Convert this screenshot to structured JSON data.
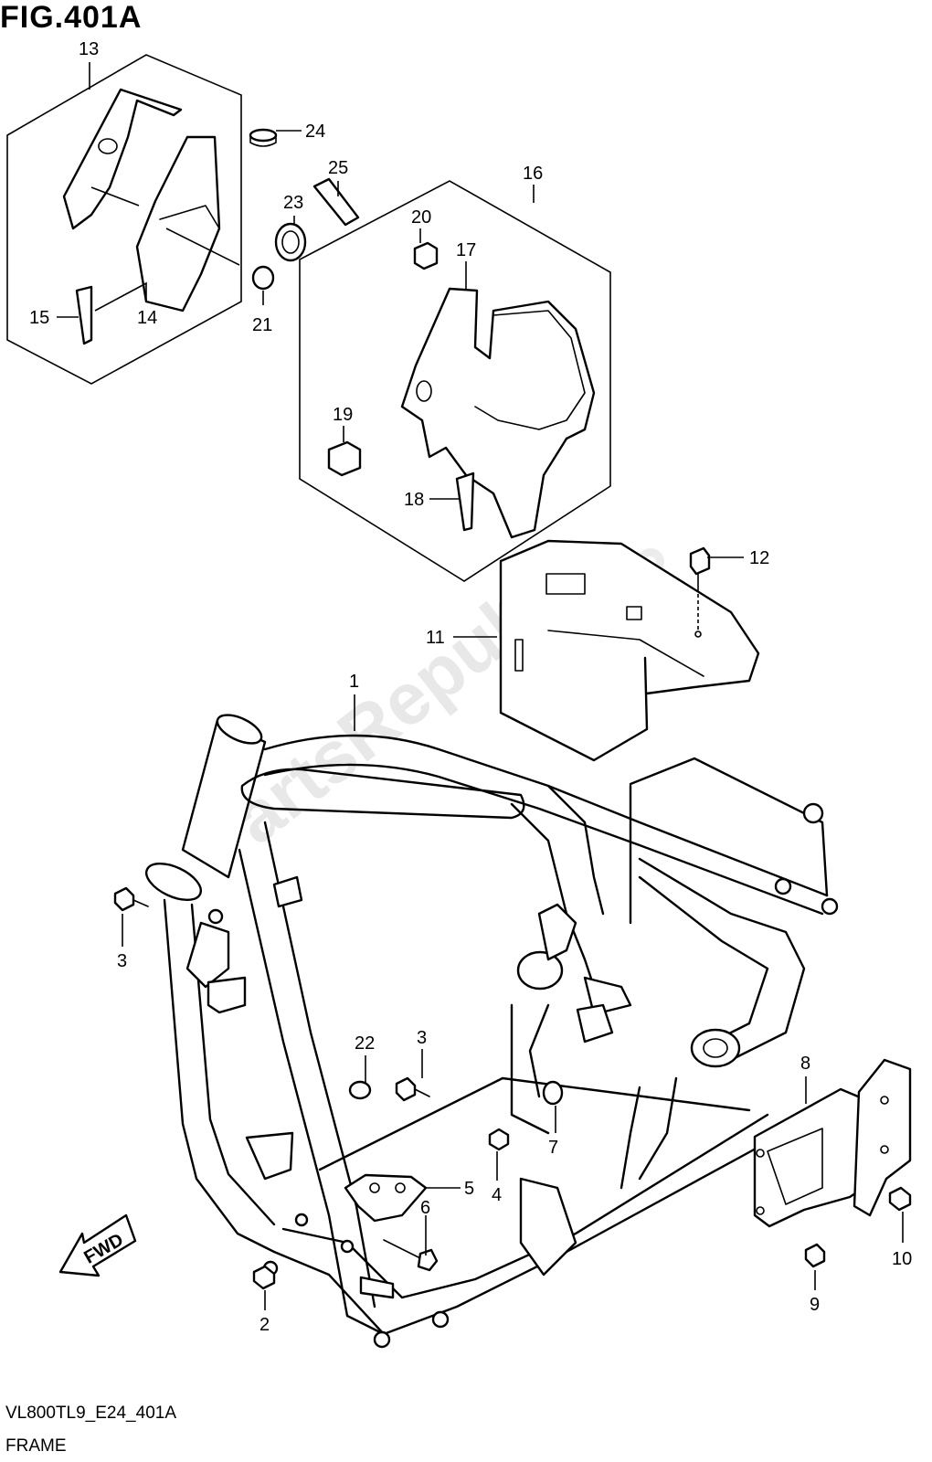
{
  "figure": {
    "title": "FIG.401A",
    "model_code": "VL800TL9_E24_401A",
    "caption": "FRAME"
  },
  "watermark": "PartsRepublik",
  "fwd_label": "FWD",
  "callouts": {
    "c1": "1",
    "c2": "2",
    "c3a": "3",
    "c3b": "3",
    "c4": "4",
    "c5": "5",
    "c6": "6",
    "c7": "7",
    "c8": "8",
    "c9": "9",
    "c10": "10",
    "c11": "11",
    "c12": "12",
    "c13": "13",
    "c14": "14",
    "c15": "15",
    "c16": "16",
    "c17": "17",
    "c18": "18",
    "c19": "19",
    "c20": "20",
    "c21": "21",
    "c22": "22",
    "c23": "23",
    "c24": "24",
    "c25": "25"
  }
}
